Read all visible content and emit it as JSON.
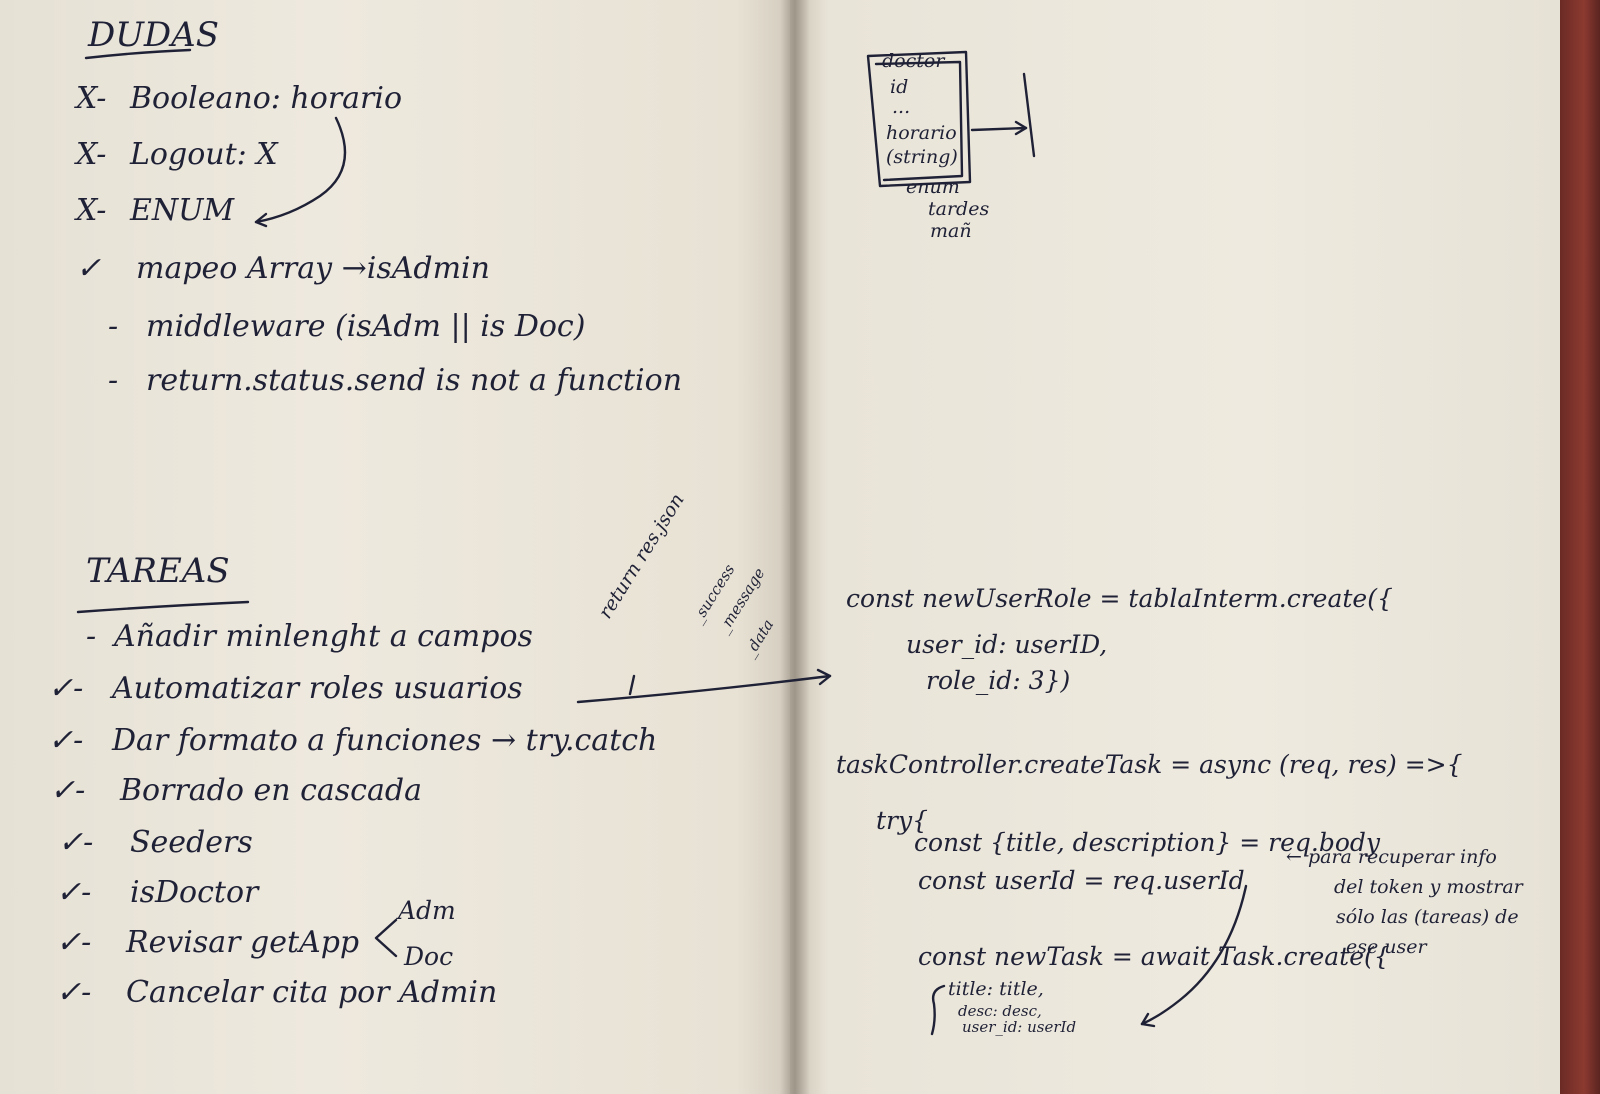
{
  "dudas": {
    "heading": "DUDAS",
    "items": [
      {
        "mark": "X-",
        "text": "Booleano: horario"
      },
      {
        "mark": "X-",
        "text": "Logout: X"
      },
      {
        "mark": "X-",
        "text": "ENUM"
      },
      {
        "mark": "✓",
        "text": "mapeo Array →isAdmin"
      },
      {
        "mark": "-",
        "text": "middleware (isAdm || is Doc)"
      },
      {
        "mark": "-",
        "text": "return.status.send is not a function"
      }
    ]
  },
  "tareas": {
    "heading": "TAREAS",
    "items": [
      {
        "mark": "-",
        "text": "Añadir minlenght a campos"
      },
      {
        "mark": "✓-",
        "text": "Automatizar roles usuarios"
      },
      {
        "mark": "✓-",
        "text": "Dar formato a funciones → try.catch"
      },
      {
        "mark": "✓-",
        "text": "Borrado en cascada"
      },
      {
        "mark": "✓-",
        "text": "Seeders"
      },
      {
        "mark": "✓-",
        "text": "isDoctor"
      },
      {
        "mark": "✓-",
        "text": "Revisar getApp"
      },
      {
        "mark": "✓-",
        "text": "Cancelar cita por Admin"
      }
    ],
    "branch": [
      "Adm",
      "Doc"
    ]
  },
  "return_note": [
    "return res.json",
    "_success",
    "_message",
    "_data"
  ],
  "diagram": {
    "fields": [
      "doctor",
      "id",
      "...",
      "horario",
      "(string)"
    ],
    "enum_label": "enum",
    "enum_values": [
      "tardes",
      "mañ"
    ]
  },
  "code_snippet_1": [
    "const newUserRole = tablaInterm.create({",
    "user_id: userID,",
    "role_id: 3})"
  ],
  "code_snippet_2": [
    "taskController.createTask = async (req, res) =>{",
    "try{",
    "const {title, description} = req.body",
    "const userId = req.userId",
    "const newTask = await Task.create({",
    "title: title,",
    "desc: desc,",
    "user_id: userId"
  ],
  "side_note": [
    "← para recuperar info",
    "del token y mostrar",
    "sólo las (tareas) de",
    "ese user"
  ],
  "colors": {
    "ink": "#1f2136",
    "paper": "#ece7dc",
    "cover": "#7c3129"
  }
}
